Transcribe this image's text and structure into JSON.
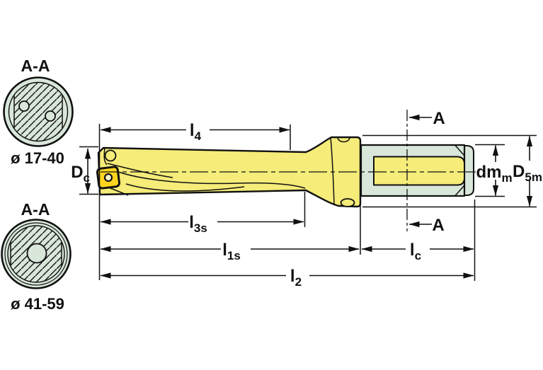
{
  "figure": {
    "type": "technical-drawing",
    "subject": "indexable insert drill with shank, side view and two A-A cross sections"
  },
  "sections": {
    "top": {
      "label": "A-A",
      "range": "ø 17-40"
    },
    "bottom": {
      "label": "A-A",
      "range": "ø 41-59"
    }
  },
  "dims": {
    "l4": {
      "b": "l",
      "s": "4"
    },
    "l3s": {
      "b": "l",
      "s": "3s"
    },
    "l1s": {
      "b": "l",
      "s": "1s"
    },
    "l2": {
      "b": "l",
      "s": "2"
    },
    "lc": {
      "b": "l",
      "s": "c"
    },
    "dc": {
      "b": "D",
      "s": "c"
    },
    "dmm": {
      "b": "dm",
      "s": "m"
    },
    "d5m": {
      "b": "D",
      "s": "5m"
    },
    "a_top": "A",
    "a_bottom": "A"
  },
  "colors": {
    "body_yellow": "#F5EC79",
    "insert_gold": "#FFD41E",
    "steel_green": "#D9E7DA",
    "hole_fill": "#F8F4CD",
    "line_black": "#111111"
  }
}
